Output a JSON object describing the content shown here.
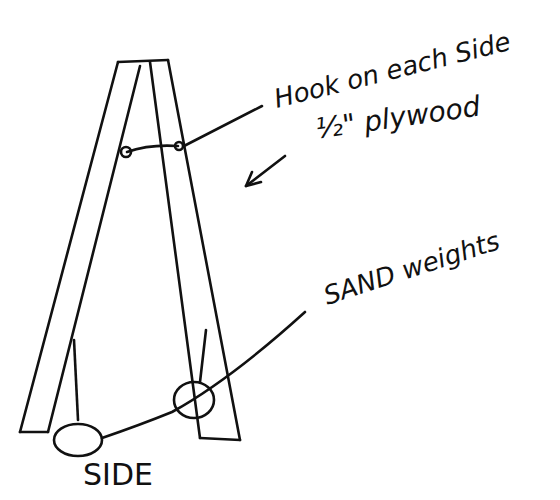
{
  "diagram": {
    "labels": [
      "Hook on each Side",
      "½\" plywood",
      "SAND weights",
      "SIDE"
    ]
  }
}
